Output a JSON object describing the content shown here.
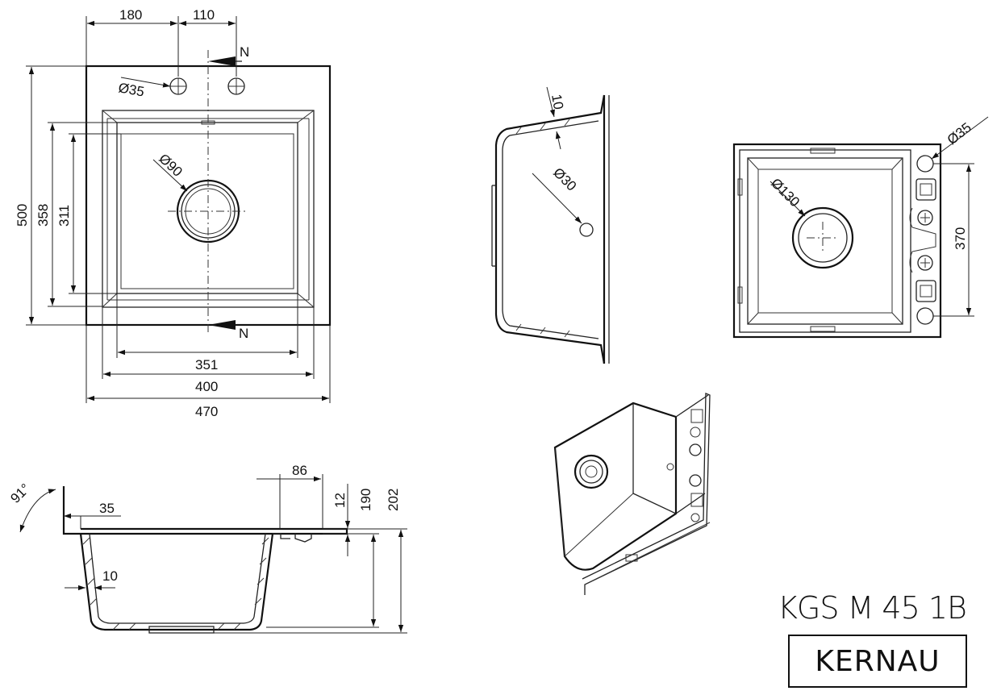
{
  "top_view": {
    "dims": {
      "d180": "180",
      "d110": "110",
      "n_top": "N",
      "tap_dia": "Ø35",
      "drain_dia": "Ø90",
      "d500": "500",
      "d358": "358",
      "d311": "311",
      "d351": "351",
      "d400": "400",
      "d470": "470",
      "n_bottom": "N"
    }
  },
  "section_view": {
    "dims": {
      "angle": "91°",
      "d35": "35",
      "d86": "86",
      "d12": "12",
      "d190": "190",
      "d202": "202",
      "d10": "10"
    }
  },
  "side_view": {
    "dims": {
      "d10": "10",
      "d30": "Ø30"
    }
  },
  "bottom_view": {
    "dims": {
      "d35": "Ø35",
      "d130": "Ø130",
      "d370": "370"
    }
  },
  "product": {
    "model": "KGS M 45 1B",
    "brand": "KERNAU"
  }
}
